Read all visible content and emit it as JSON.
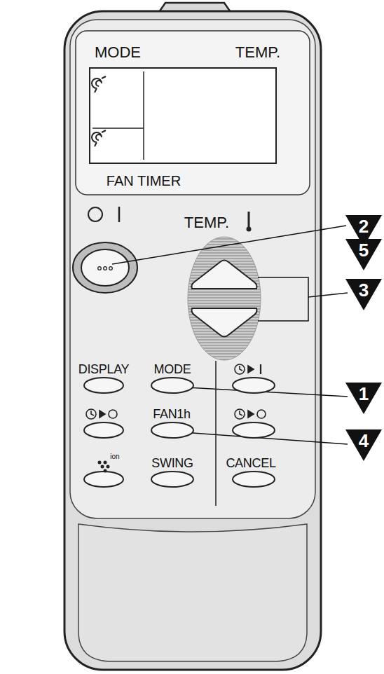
{
  "diagram": {
    "labels": [
      "MODE",
      "TEMP.",
      "FAN TIMER",
      "TEMP.",
      "DISPLAY",
      "MODE",
      "FAN1h",
      "SWING",
      "CANCEL",
      "ion",
      "2",
      "5",
      "3",
      "1",
      "4"
    ]
  }
}
